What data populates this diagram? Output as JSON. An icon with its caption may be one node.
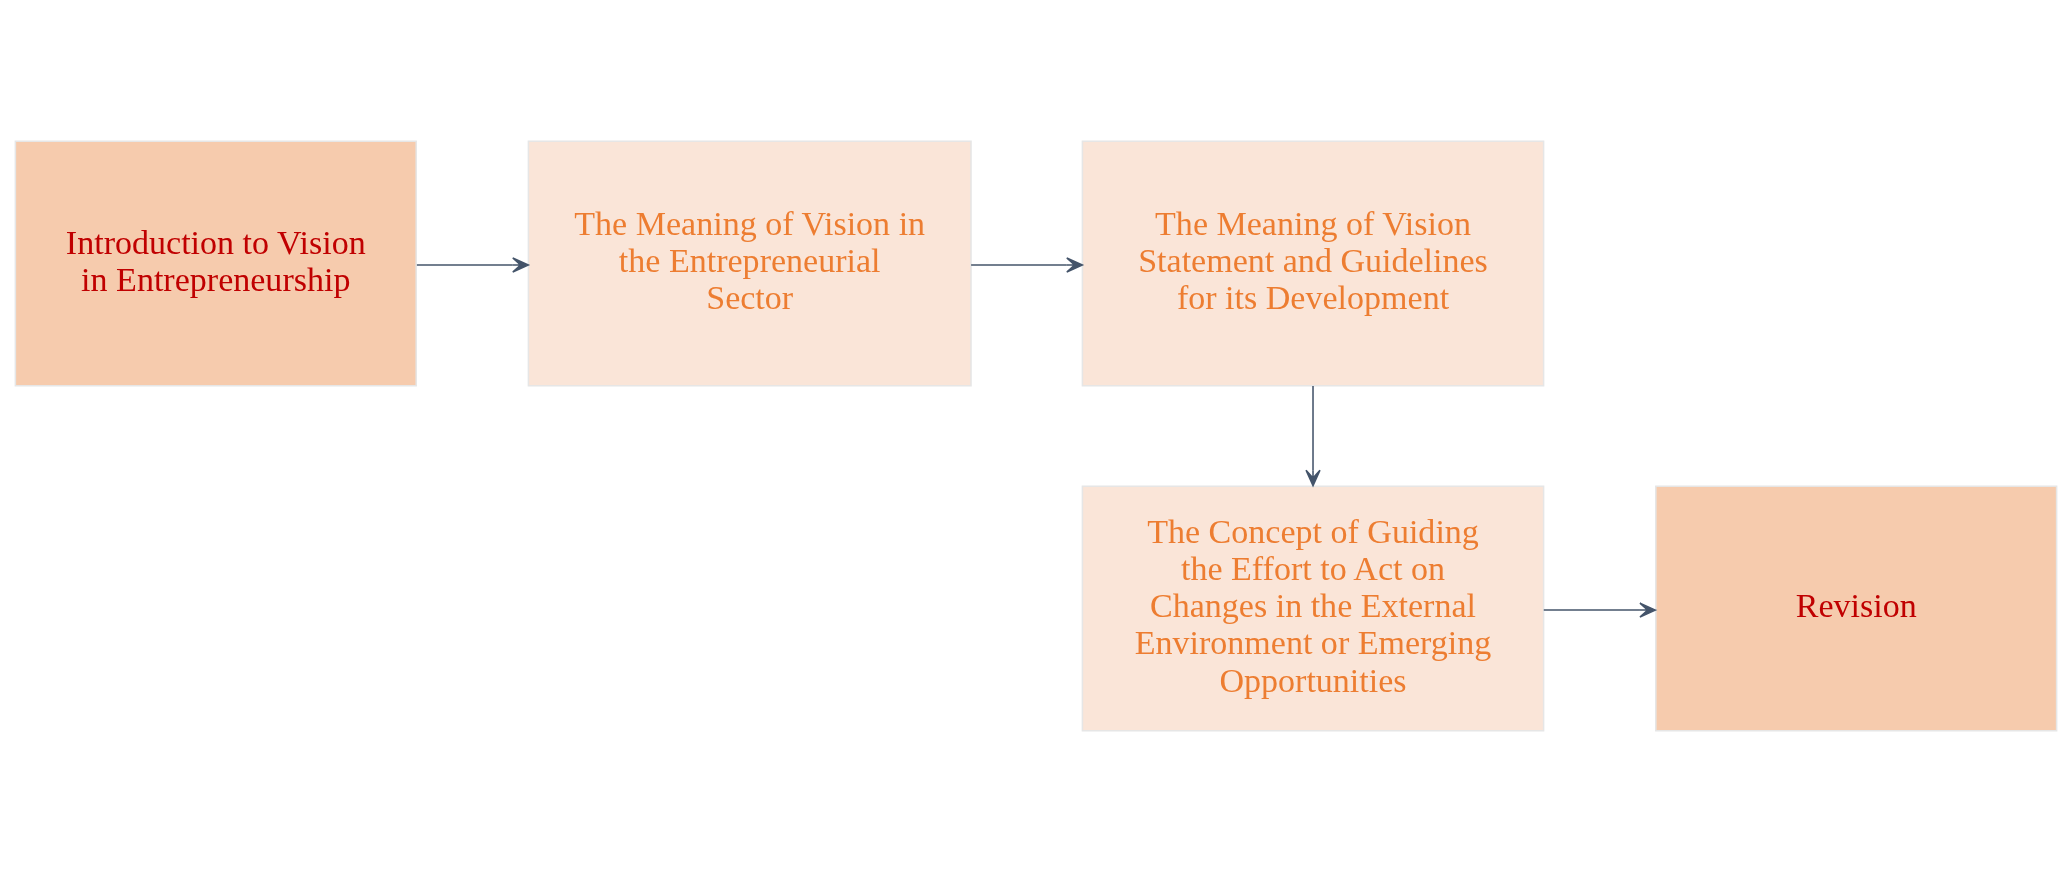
{
  "diagram": {
    "nodes": [
      {
        "text": [
          "Introduction to Vision in Entrepreneurship"
        ]
      },
      {
        "text": [
          "The Meaning of Vision in the Entrepreneurial Sector"
        ]
      },
      {
        "text": [
          "The Meaning of Vision Statement and Guidelines for its Development"
        ]
      },
      {
        "text": [
          "The Concept of Guiding the Effort to Act on Changes in the External Environment or Emerging Opportunities"
        ]
      },
      {
        "text": [
          "Revision"
        ]
      }
    ],
    "edges": [
      {
        "from": 0,
        "to": 1,
        "arrow": "to"
      },
      {
        "from": 1,
        "to": 2,
        "arrow": "to"
      },
      {
        "from": 2,
        "to": 3,
        "arrow": "to"
      },
      {
        "from": 3,
        "to": 4,
        "arrow": "to"
      }
    ]
  }
}
